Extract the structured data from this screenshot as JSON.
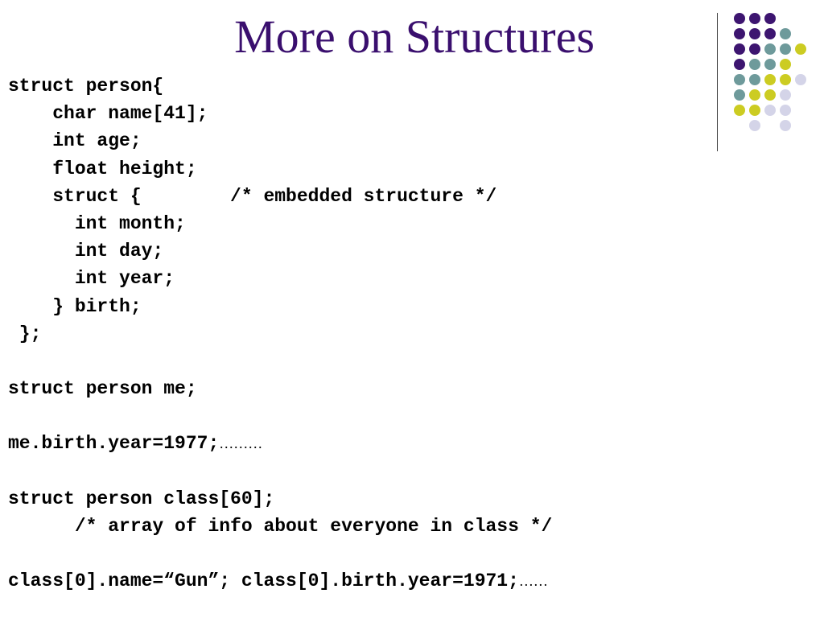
{
  "slide": {
    "title": "More on Structures",
    "colors": {
      "title": "#3a0f6e",
      "dot_purple": "#3d1570",
      "dot_teal": "#6e9a9b",
      "dot_yellow": "#cccc22",
      "dot_lavender": "#d4d4e8"
    },
    "decoration": "dot-grid",
    "code": [
      {
        "text": "struct person{",
        "suffix": ""
      },
      {
        "text": "    char name[41];",
        "suffix": ""
      },
      {
        "text": "    int age;",
        "suffix": ""
      },
      {
        "text": "    float height;",
        "suffix": ""
      },
      {
        "text": "    struct {        /* embedded structure */",
        "suffix": ""
      },
      {
        "text": "      int month;",
        "suffix": ""
      },
      {
        "text": "      int day;",
        "suffix": ""
      },
      {
        "text": "      int year;",
        "suffix": ""
      },
      {
        "text": "    } birth;",
        "suffix": ""
      },
      {
        "text": " };",
        "suffix": ""
      },
      {
        "text": "",
        "suffix": ""
      },
      {
        "text": "struct person me;",
        "suffix": ""
      },
      {
        "text": "",
        "suffix": ""
      },
      {
        "text": "me.birth.year=1977;",
        "suffix": "………"
      },
      {
        "text": "",
        "suffix": ""
      },
      {
        "text": "struct person class[60];",
        "suffix": ""
      },
      {
        "text": "      /* array of info about everyone in class */",
        "suffix": ""
      },
      {
        "text": "",
        "suffix": ""
      },
      {
        "text": "class[0].name=“Gun”; class[0].birth.year=1971;",
        "suffix": "……"
      }
    ]
  }
}
